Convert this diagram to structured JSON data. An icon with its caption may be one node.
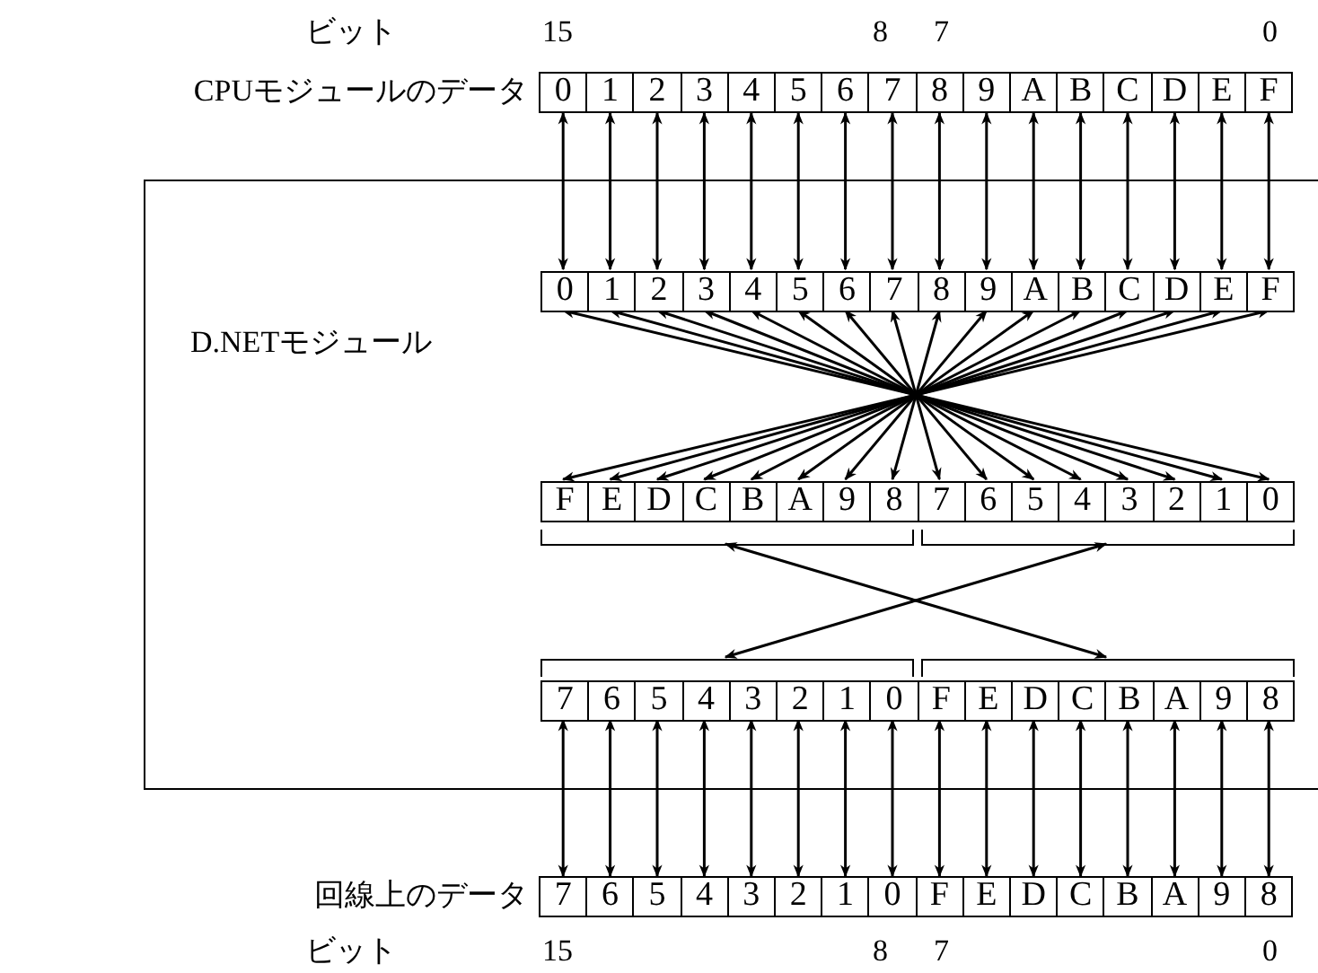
{
  "diagram": {
    "nodes": [
      {
        "text": [
          "0"
        ]
      },
      {
        "text": [
          "1"
        ]
      },
      {
        "text": [
          "2"
        ]
      },
      {
        "text": [
          "3"
        ]
      },
      {
        "text": [
          "4"
        ]
      },
      {
        "text": [
          "5"
        ]
      },
      {
        "text": [
          "6"
        ]
      },
      {
        "text": [
          "7"
        ]
      },
      {
        "text": [
          "8"
        ]
      },
      {
        "text": [
          "9"
        ]
      },
      {
        "text": [
          "A"
        ]
      },
      {
        "text": [
          "B"
        ]
      },
      {
        "text": [
          "C"
        ]
      },
      {
        "text": [
          "D"
        ]
      },
      {
        "text": [
          "E"
        ]
      },
      {
        "text": [
          "F"
        ]
      },
      {
        "text": [
          "D.NETモジュール"
        ]
      },
      {
        "text": [
          "0"
        ],
        "in": 16
      },
      {
        "text": [
          "1"
        ],
        "in": 16
      },
      {
        "text": [
          "2"
        ],
        "in": 16
      },
      {
        "text": [
          "3"
        ],
        "in": 16
      },
      {
        "text": [
          "4"
        ],
        "in": 16
      },
      {
        "text": [
          "5"
        ],
        "in": 16
      },
      {
        "text": [
          "6"
        ],
        "in": 16
      },
      {
        "text": [
          "7"
        ],
        "in": 16
      },
      {
        "text": [
          "8"
        ],
        "in": 16
      },
      {
        "text": [
          "9"
        ],
        "in": 16
      },
      {
        "text": [
          "A"
        ],
        "in": 16
      },
      {
        "text": [
          "B"
        ],
        "in": 16
      },
      {
        "text": [
          "C"
        ],
        "in": 16
      },
      {
        "text": [
          "D"
        ],
        "in": 16
      },
      {
        "text": [
          "E"
        ],
        "in": 16
      },
      {
        "text": [
          "F"
        ],
        "in": 16
      },
      {
        "text": [
          "F"
        ],
        "in": 16
      },
      {
        "text": [
          "E"
        ],
        "in": 16
      },
      {
        "text": [
          "D"
        ],
        "in": 16
      },
      {
        "text": [
          "C"
        ],
        "in": 16
      },
      {
        "text": [
          "B"
        ],
        "in": 16
      },
      {
        "text": [
          "A"
        ],
        "in": 16
      },
      {
        "text": [
          "9"
        ],
        "in": 16
      },
      {
        "text": [
          "8"
        ],
        "in": 16
      },
      {
        "text": [
          "7"
        ],
        "in": 16
      },
      {
        "text": [
          "6"
        ],
        "in": 16
      },
      {
        "text": [
          "5"
        ],
        "in": 16
      },
      {
        "text": [
          "4"
        ],
        "in": 16
      },
      {
        "text": [
          "3"
        ],
        "in": 16
      },
      {
        "text": [
          "2"
        ],
        "in": 16
      },
      {
        "text": [
          "1"
        ],
        "in": 16
      },
      {
        "text": [
          "0"
        ],
        "in": 16
      },
      {
        "text": [],
        "shape": "bracket",
        "in": 16
      },
      {
        "text": [],
        "shape": "bracket",
        "in": 16
      },
      {
        "text": [],
        "shape": "bracket",
        "in": 16
      },
      {
        "text": [],
        "shape": "bracket",
        "in": 16
      },
      {
        "text": [
          "7"
        ],
        "in": 16
      },
      {
        "text": [
          "6"
        ],
        "in": 16
      },
      {
        "text": [
          "5"
        ],
        "in": 16
      },
      {
        "text": [
          "4"
        ],
        "in": 16
      },
      {
        "text": [
          "3"
        ],
        "in": 16
      },
      {
        "text": [
          "2"
        ],
        "in": 16
      },
      {
        "text": [
          "1"
        ],
        "in": 16
      },
      {
        "text": [
          "0"
        ],
        "in": 16
      },
      {
        "text": [
          "F"
        ],
        "in": 16
      },
      {
        "text": [
          "E"
        ],
        "in": 16
      },
      {
        "text": [
          "D"
        ],
        "in": 16
      },
      {
        "text": [
          "C"
        ],
        "in": 16
      },
      {
        "text": [
          "B"
        ],
        "in": 16
      },
      {
        "text": [
          "A"
        ],
        "in": 16
      },
      {
        "text": [
          "9"
        ],
        "in": 16
      },
      {
        "text": [
          "8"
        ],
        "in": 16
      },
      {
        "text": [
          "7"
        ]
      },
      {
        "text": [
          "6"
        ]
      },
      {
        "text": [
          "5"
        ]
      },
      {
        "text": [
          "4"
        ]
      },
      {
        "text": [
          "3"
        ]
      },
      {
        "text": [
          "2"
        ]
      },
      {
        "text": [
          "1"
        ]
      },
      {
        "text": [
          "0"
        ]
      },
      {
        "text": [
          "F"
        ]
      },
      {
        "text": [
          "E"
        ]
      },
      {
        "text": [
          "D"
        ]
      },
      {
        "text": [
          "C"
        ]
      },
      {
        "text": [
          "B"
        ]
      },
      {
        "text": [
          "A"
        ]
      },
      {
        "text": [
          "9"
        ]
      },
      {
        "text": [
          "8"
        ]
      }
    ],
    "edges": [
      {
        "from": 0,
        "to": 17,
        "arrow": "both"
      },
      {
        "from": 1,
        "to": 18,
        "arrow": "both"
      },
      {
        "from": 2,
        "to": 19,
        "arrow": "both"
      },
      {
        "from": 3,
        "to": 20,
        "arrow": "both"
      },
      {
        "from": 4,
        "to": 21,
        "arrow": "both"
      },
      {
        "from": 5,
        "to": 22,
        "arrow": "both"
      },
      {
        "from": 6,
        "to": 23,
        "arrow": "both"
      },
      {
        "from": 7,
        "to": 24,
        "arrow": "both"
      },
      {
        "from": 8,
        "to": 25,
        "arrow": "both"
      },
      {
        "from": 9,
        "to": 26,
        "arrow": "both"
      },
      {
        "from": 10,
        "to": 27,
        "arrow": "both"
      },
      {
        "from": 11,
        "to": 28,
        "arrow": "both"
      },
      {
        "from": 12,
        "to": 29,
        "arrow": "both"
      },
      {
        "from": 13,
        "to": 30,
        "arrow": "both"
      },
      {
        "from": 14,
        "to": 31,
        "arrow": "both"
      },
      {
        "from": 15,
        "to": 32,
        "arrow": "both"
      },
      {
        "from": 17,
        "to": 48,
        "arrow": "both"
      },
      {
        "from": 18,
        "to": 47,
        "arrow": "both"
      },
      {
        "from": 19,
        "to": 46,
        "arrow": "both"
      },
      {
        "from": 20,
        "to": 45,
        "arrow": "both"
      },
      {
        "from": 21,
        "to": 44,
        "arrow": "both"
      },
      {
        "from": 22,
        "to": 43,
        "arrow": "both"
      },
      {
        "from": 23,
        "to": 42,
        "arrow": "both"
      },
      {
        "from": 24,
        "to": 41,
        "arrow": "both"
      },
      {
        "from": 25,
        "to": 40,
        "arrow": "both"
      },
      {
        "from": 26,
        "to": 39,
        "arrow": "both"
      },
      {
        "from": 27,
        "to": 38,
        "arrow": "both"
      },
      {
        "from": 28,
        "to": 37,
        "arrow": "both"
      },
      {
        "from": 29,
        "to": 36,
        "arrow": "both"
      },
      {
        "from": 30,
        "to": 35,
        "arrow": "both"
      },
      {
        "from": 31,
        "to": 34,
        "arrow": "both"
      },
      {
        "from": 32,
        "to": 33,
        "arrow": "both"
      },
      {
        "from": 49,
        "to": 52,
        "arrow": "both"
      },
      {
        "from": 50,
        "to": 51,
        "arrow": "both"
      },
      {
        "from": 53,
        "to": 69,
        "arrow": "both"
      },
      {
        "from": 54,
        "to": 70,
        "arrow": "both"
      },
      {
        "from": 55,
        "to": 71,
        "arrow": "both"
      },
      {
        "from": 56,
        "to": 72,
        "arrow": "both"
      },
      {
        "from": 57,
        "to": 73,
        "arrow": "both"
      },
      {
        "from": 58,
        "to": 74,
        "arrow": "both"
      },
      {
        "from": 59,
        "to": 75,
        "arrow": "both"
      },
      {
        "from": 60,
        "to": 76,
        "arrow": "both"
      },
      {
        "from": 61,
        "to": 77,
        "arrow": "both"
      },
      {
        "from": 62,
        "to": 78,
        "arrow": "both"
      },
      {
        "from": 63,
        "to": 79,
        "arrow": "both"
      },
      {
        "from": 64,
        "to": 80,
        "arrow": "both"
      },
      {
        "from": 65,
        "to": 81,
        "arrow": "both"
      },
      {
        "from": 66,
        "to": 82,
        "arrow": "both"
      },
      {
        "from": 67,
        "to": 83,
        "arrow": "both"
      },
      {
        "from": 68,
        "to": 84,
        "arrow": "both"
      }
    ],
    "labels": [
      "ビット",
      "15",
      "8",
      "7",
      "0",
      "CPUモジュールのデータ",
      "回線上のデータ",
      "ビット",
      "15",
      "8",
      "7",
      "0"
    ]
  }
}
